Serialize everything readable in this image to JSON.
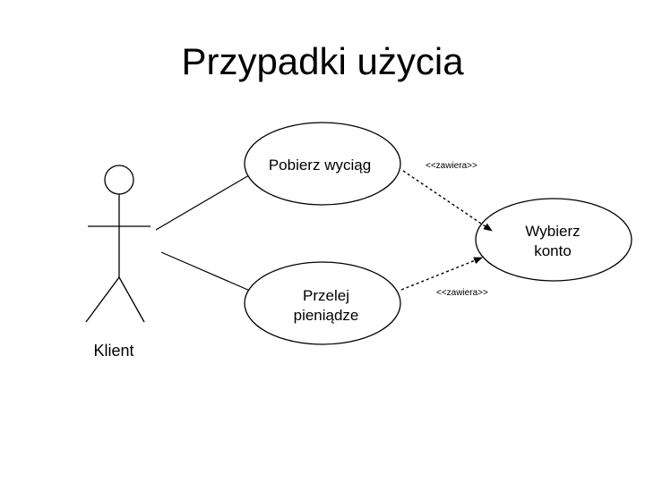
{
  "slide": {
    "title": "Przypadki użycia"
  },
  "actor": {
    "label": "Klient"
  },
  "use_cases": {
    "pobierz": {
      "label": "Pobierz wyciąg"
    },
    "przelej": {
      "line1": "Przelej",
      "line2": "pieniądze"
    },
    "wybierz": {
      "line1": "Wybierz",
      "line2": "konto"
    }
  },
  "relations": {
    "include_top": "<<zawiera>>",
    "include_bottom": "<<zawiera>>"
  },
  "colors": {
    "stroke": "#000000",
    "background": "#ffffff"
  }
}
